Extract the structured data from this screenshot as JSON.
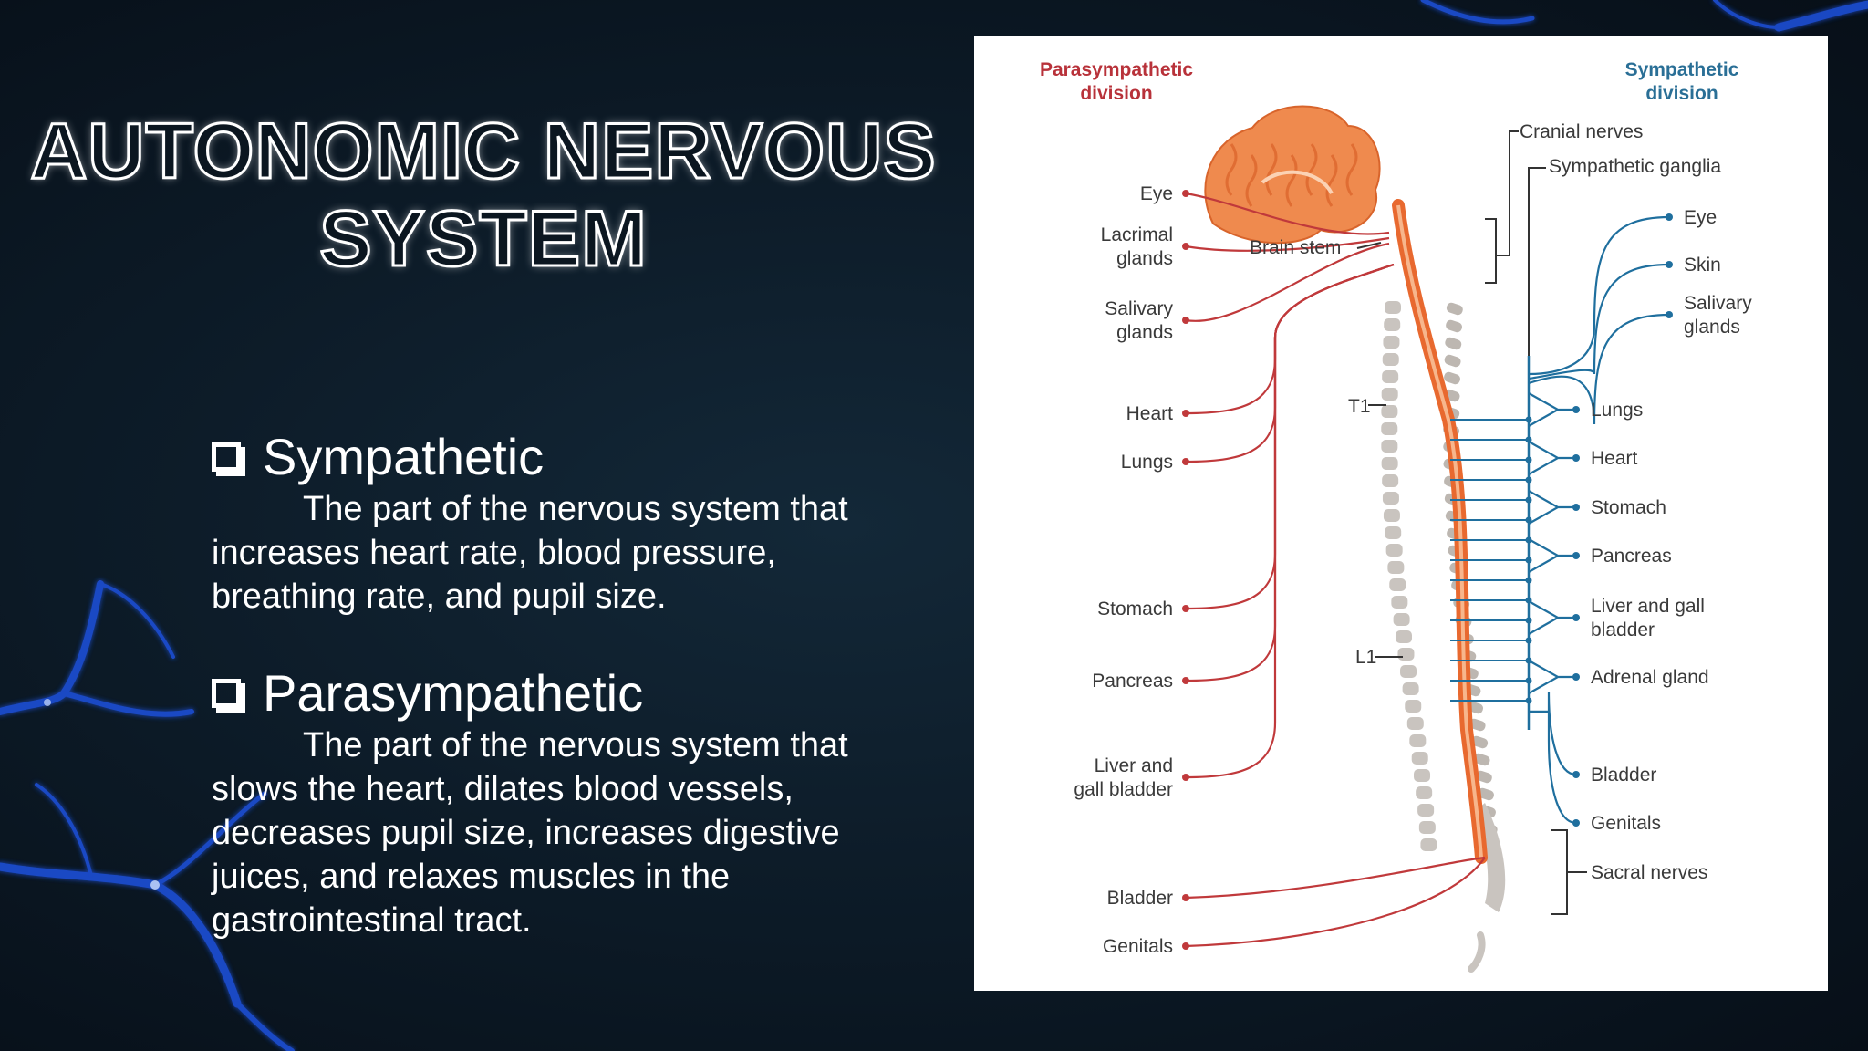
{
  "slide": {
    "title_line1": "AUTONOMIC NERVOUS",
    "title_line2": "SYSTEM",
    "sections": [
      {
        "heading": "Sympathetic",
        "description": "The part of the nervous system that increases heart rate, blood pressure, breathing rate, and pupil size."
      },
      {
        "heading": "Parasympathetic",
        "description": "The part of the nervous system that slows the heart, dilates blood vessels, decreases pupil size, increases digestive juices, and relaxes muscles in the gastrointestinal tract."
      }
    ]
  },
  "diagram": {
    "parasympathetic_title": [
      "Parasympathetic",
      "division"
    ],
    "sympathetic_title": [
      "Sympathetic",
      "division"
    ],
    "parasympathetic_targets": [
      [
        "Eye"
      ],
      [
        "Lacrimal",
        "glands"
      ],
      [
        "Salivary",
        "glands"
      ],
      [
        "Heart"
      ],
      [
        "Lungs"
      ],
      [
        "Stomach"
      ],
      [
        "Pancreas"
      ],
      [
        "Liver and",
        "gall bladder"
      ],
      [
        "Bladder"
      ],
      [
        "Genitals"
      ]
    ],
    "sympathetic_targets": [
      [
        "Eye"
      ],
      [
        "Skin"
      ],
      [
        "Salivary",
        "glands"
      ],
      [
        "Lungs"
      ],
      [
        "Heart"
      ],
      [
        "Stomach"
      ],
      [
        "Pancreas"
      ],
      [
        "Liver and gall",
        "bladder"
      ],
      [
        "Adrenal gland"
      ],
      [
        "Bladder"
      ],
      [
        "Genitals"
      ]
    ],
    "annotations": {
      "cranial_nerves": "Cranial nerves",
      "sympathetic_ganglia": "Sympathetic ganglia",
      "brain_stem": "Brain stem",
      "t1": "T1",
      "l1": "L1",
      "sacral_nerves": "Sacral nerves"
    },
    "colors": {
      "parasympathetic": "#c0393b",
      "sympathetic": "#1f6f9e",
      "brain": "#ef8a4e",
      "vertebrae": "#c9c4bf",
      "title_left": "#b8323a",
      "title_right": "#2a6f96"
    }
  }
}
